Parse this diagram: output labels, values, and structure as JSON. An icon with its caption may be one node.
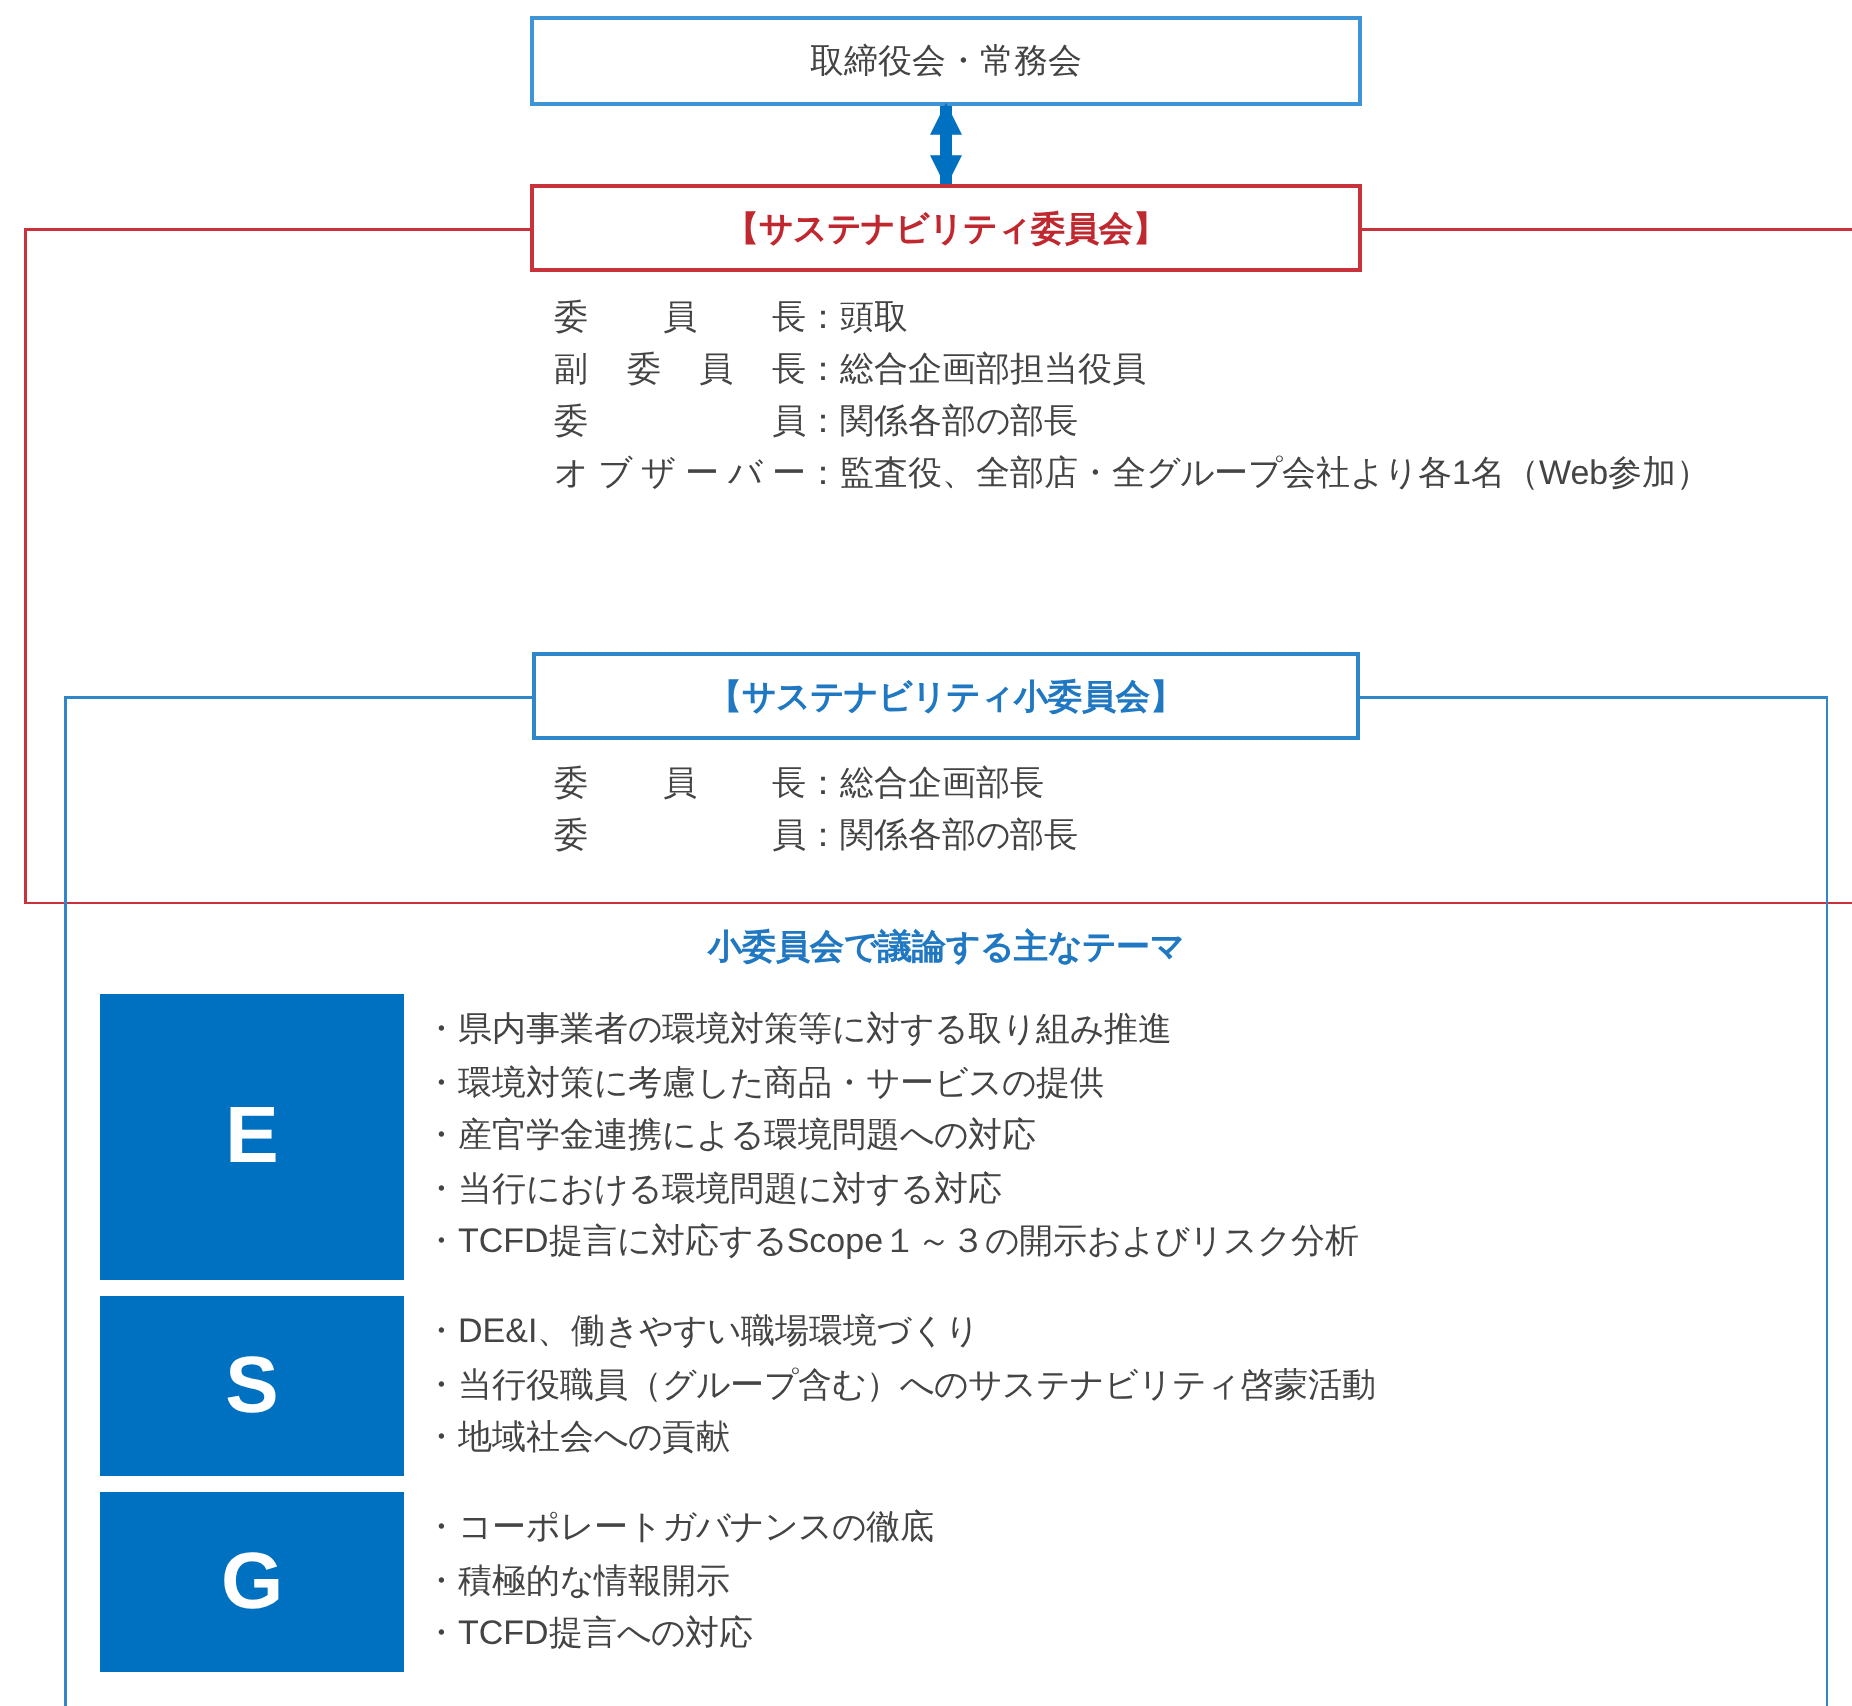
{
  "diagram": {
    "nodes": [
      {
        "text": [
          "取締役会・常務会"
        ]
      },
      {
        "text": [
          "【サステナビリティ委員会】",
          "委員長",
          "：頭取",
          "副委員長",
          "：総合企画部担当役員",
          "委員",
          "：関係各部の部長",
          "オブザーバー",
          "：監査役、全部店・全グループ会社より各1名（Web参加）"
        ]
      },
      {
        "text": [
          "【サステナビリティ小委員会】"
        ],
        "in": 1,
        "beside": [
          "委員長",
          "：総合企画部長",
          "委員",
          "：関係各部の部長"
        ]
      },
      {
        "text": [
          "小委員会で議論する主なテーマ"
        ]
      },
      {
        "text": [
          "E"
        ],
        "in": 3,
        "beside": [
          "・県内事業者の環境対策等に対する取り組み推進",
          "・環境対策に考慮した商品・サービスの提供",
          "・産官学金連携による環境問題への対応",
          "・当行における環境問題に対する対応",
          "・TCFD提言に対応するScope１～３の開示およびリスク分析"
        ]
      },
      {
        "text": [
          "S"
        ],
        "in": 3,
        "beside": [
          "・DE&I、働きやすい職場環境づくり",
          "・当行役職員（グループ含む）へのサステナビリティ啓蒙活動",
          "・地域社会への貢献"
        ]
      },
      {
        "text": [
          "G"
        ],
        "in": 3,
        "beside": [
          "・コーポレートガバナンスの徹底",
          "・積極的な情報開示",
          "・TCFD提言への対応"
        ]
      }
    ],
    "edges": [
      {
        "from": 0,
        "to": 1,
        "arrow": "both"
      }
    ]
  }
}
